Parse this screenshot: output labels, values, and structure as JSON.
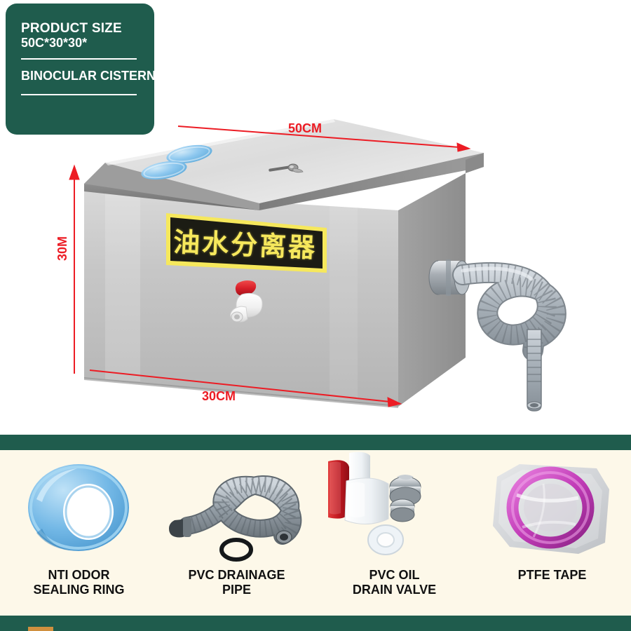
{
  "badge": {
    "title": "PRODUCT SIZE",
    "size": "50C*30*30*",
    "product_type": "BINOCULAR CISTERN",
    "bg_color": "#1f5c4d"
  },
  "product": {
    "name_label_cn": "油水分离器",
    "label_text_color": "#f6e85c",
    "label_bg_color": "#1c1c14",
    "valve_handle_color": "#d8202a",
    "cap_color": "#8ec8ef",
    "body_color": "#c9c9c9"
  },
  "dimensions": {
    "width_label": "50CM",
    "depth_label": "30CM",
    "height_label": "30M",
    "line_color": "#ec1c24"
  },
  "accessories": {
    "panel_bg": "#fdf8e9",
    "items": [
      {
        "icon": "sealing-ring-icon",
        "label_line1": "NTI ODOR",
        "label_line2": "SEALING RING",
        "color": "#6cb6e8"
      },
      {
        "icon": "drainage-pipe-icon",
        "label_line1": "PVC DRAINAGE",
        "label_line2": "PIPE",
        "color": "#9aa3ab"
      },
      {
        "icon": "drain-valve-icon",
        "label_line1": "PVC OIL",
        "label_line2": "DRAIN VALVE",
        "color": "#cf2026"
      },
      {
        "icon": "ptfe-tape-icon",
        "label_line1": "PTFE TAPE",
        "label_line2": "",
        "color": "#cc44c4"
      }
    ]
  },
  "layout": {
    "divider_color": "#1f5c4d",
    "accent_color": "#d0903f"
  }
}
